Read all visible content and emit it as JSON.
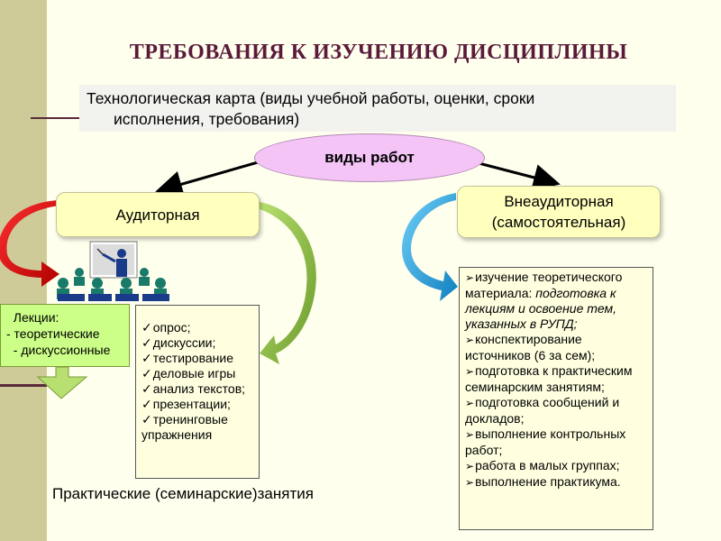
{
  "title": "ТРЕБОВАНИЯ К ИЗУЧЕНИЮ ДИСЦИПЛИНЫ",
  "techcard": {
    "line1": "Технологическая  карта (виды учебной работы, оценки, сроки",
    "line2": "исполнения,  требования)"
  },
  "center": {
    "label": "виды работ"
  },
  "auditorium": {
    "label": "Аудиторная"
  },
  "extracurricular": {
    "line1": "Внеаудиторная",
    "line2": "(самостоятельная)"
  },
  "lectures": {
    "lines": [
      "  Лекции:",
      "- теоретические",
      "  - дискуссионные"
    ]
  },
  "practical_list": [
    "опрос;",
    "дискуссии;",
    "тестирование",
    "деловые игры",
    "анализ текстов;",
    "презентации;",
    "тренинговые упражнения"
  ],
  "practical_label": "Практические  (семинарские)занятия",
  "independent_list": [
    {
      "normal": "изучение теоретического материала: ",
      "italic": "подготовка к лекциям и освоение тем, указанных в РУПД;"
    },
    {
      "normal": "конспектирование источников (6 за сем);",
      "italic": ""
    },
    {
      "normal": "подготовка к практическим семинарским занятиям;",
      "italic": ""
    },
    {
      "normal": "подготовка сообщений и докладов;",
      "italic": ""
    },
    {
      "normal": "выполнение контрольных работ;",
      "italic": ""
    },
    {
      "normal": "работа в малых группах;",
      "italic": ""
    },
    {
      "normal": "выполнение практикума.",
      "italic": ""
    }
  ],
  "icons": {
    "classroom": "classroom-icon"
  },
  "colors": {
    "title": "#5a1a3a",
    "box_fill": "#ffffbe",
    "ellipse_fill": "#f4c4f6",
    "lectures_fill": "#ccff88",
    "red_arrow": "#e02020",
    "green_arrow": "#8ac040",
    "blue_arrow": "#2aa8e0"
  }
}
